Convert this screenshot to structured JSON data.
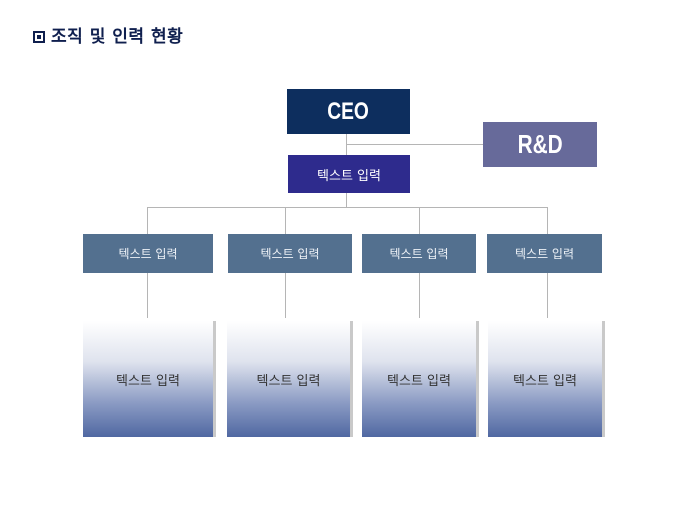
{
  "header": {
    "title": "조직 및 인력 현황",
    "bullet_icon": "square-bullet-icon"
  },
  "org_chart": {
    "ceo": {
      "label": "CEO",
      "color": "#0d2e5e"
    },
    "rnd": {
      "label": "R&D",
      "color": "#676a9a"
    },
    "sub": {
      "label": "텍스트 입력",
      "color": "#2e2b8d"
    },
    "departments": [
      {
        "label": "텍스트 입력",
        "detail": "텍스트 입력"
      },
      {
        "label": "텍스트 입력",
        "detail": "텍스트 입력"
      },
      {
        "label": "텍스트 입력",
        "detail": "텍스트 입력"
      },
      {
        "label": "텍스트 입력",
        "detail": "텍스트 입력"
      }
    ],
    "department_color": "#53708f"
  }
}
